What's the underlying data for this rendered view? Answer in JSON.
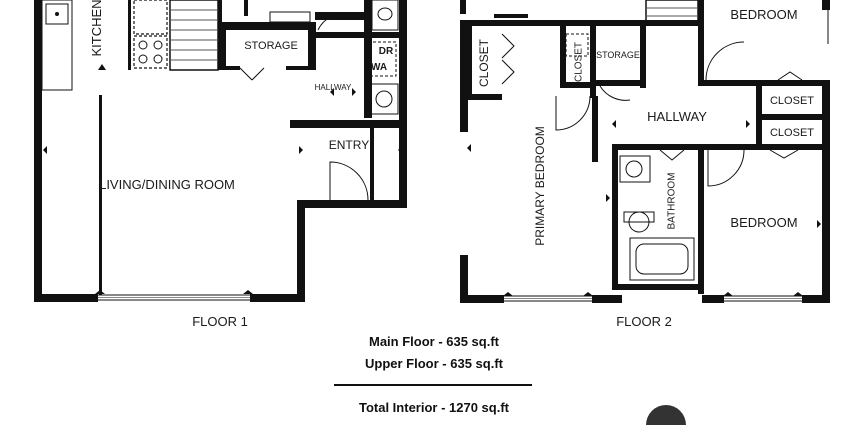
{
  "floor1": {
    "caption": "FLOOR 1",
    "rooms": {
      "kitchen": "KITCHEN",
      "storage": "STORAGE",
      "hallway": "HALLWAY",
      "dryer": "DR",
      "washer": "WA",
      "entry": "ENTRY",
      "living_dining": "LIVING/DINING ROOM"
    }
  },
  "floor2": {
    "caption": "FLOOR 2",
    "rooms": {
      "bedroom_top": "BEDROOM",
      "closet_left": "CLOSET",
      "closet_small": "CLOSET",
      "storage": "STORAGE",
      "hallway": "HALLWAY",
      "closet_upper": "CLOSET",
      "closet_lower": "CLOSET",
      "primary_bedroom": "PRIMARY BEDROOM",
      "bathroom": "BATHROOM",
      "bedroom_bottom": "BEDROOM"
    }
  },
  "summary": {
    "main_floor": "Main Floor - 635 sq.ft",
    "upper_floor": "Upper Floor - 635 sq.ft",
    "total": "Total Interior - 1270 sq.ft"
  }
}
